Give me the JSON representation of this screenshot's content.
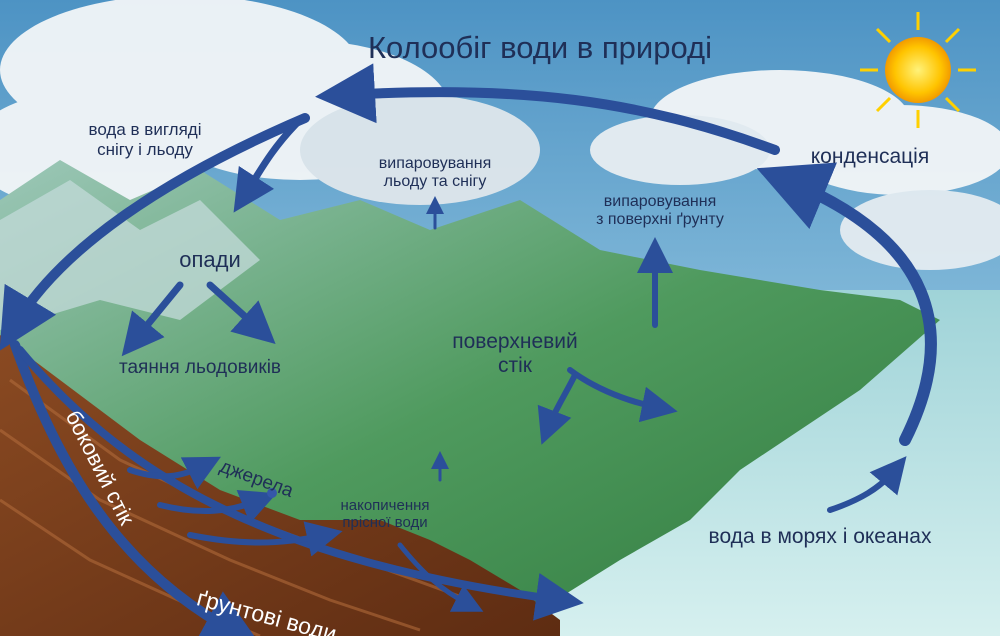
{
  "title": "Колообіг води в природі",
  "labels": {
    "snow_ice": "вода в вигляді\nснігу і льоду",
    "evap_ice_snow": "випаровування\nльоду та снігу",
    "evap_soil": "випаровування\nз поверхні ґрунту",
    "condensation": "конденсація",
    "precipitation": "опади",
    "glacier_melt": "таяння льодовиків",
    "surface_runoff": "поверхневий\nстік",
    "springs": "джерела",
    "fresh_water": "накопичення\nпрісної води",
    "seas_oceans": "вода в морях і океанах",
    "lateral_runoff": "боковий стік",
    "groundwater": "ґрунтові води"
  },
  "colors": {
    "arrow": "#2b4f9a",
    "arrow_light": "#8fb2e0",
    "text": "#1f2f57",
    "sea": "#a9d9df",
    "soil": "#7a3d1c",
    "sun": "#ffd000"
  }
}
